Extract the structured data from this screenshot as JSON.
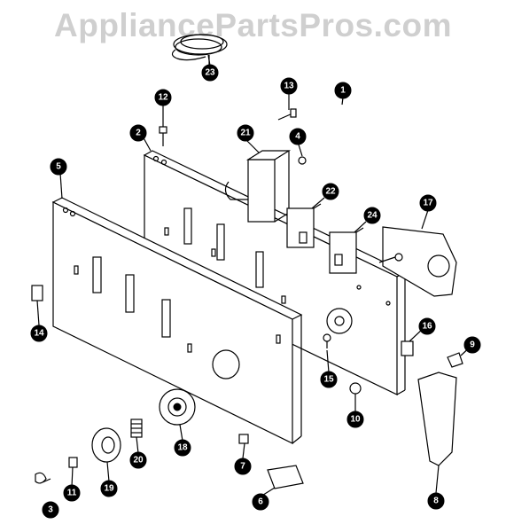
{
  "watermark": "AppliancePartsPros.com",
  "callouts": [
    {
      "id": "c1",
      "label": "1"
    },
    {
      "id": "c2",
      "label": "2"
    },
    {
      "id": "c3",
      "label": "3"
    },
    {
      "id": "c4",
      "label": "4"
    },
    {
      "id": "c5",
      "label": "5"
    },
    {
      "id": "c6",
      "label": "6"
    },
    {
      "id": "c7",
      "label": "7"
    },
    {
      "id": "c8",
      "label": "8"
    },
    {
      "id": "c9",
      "label": "9"
    },
    {
      "id": "c10",
      "label": "10"
    },
    {
      "id": "c11",
      "label": "11"
    },
    {
      "id": "c12",
      "label": "12"
    },
    {
      "id": "c13",
      "label": "13"
    },
    {
      "id": "c14",
      "label": "14"
    },
    {
      "id": "c15",
      "label": "15"
    },
    {
      "id": "c16",
      "label": "16"
    },
    {
      "id": "c17",
      "label": "17"
    },
    {
      "id": "c18",
      "label": "18"
    },
    {
      "id": "c19",
      "label": "19"
    },
    {
      "id": "c20",
      "label": "20"
    },
    {
      "id": "c21",
      "label": "21"
    },
    {
      "id": "c22",
      "label": "22"
    },
    {
      "id": "c23",
      "label": "23"
    },
    {
      "id": "c24",
      "label": "24"
    }
  ]
}
